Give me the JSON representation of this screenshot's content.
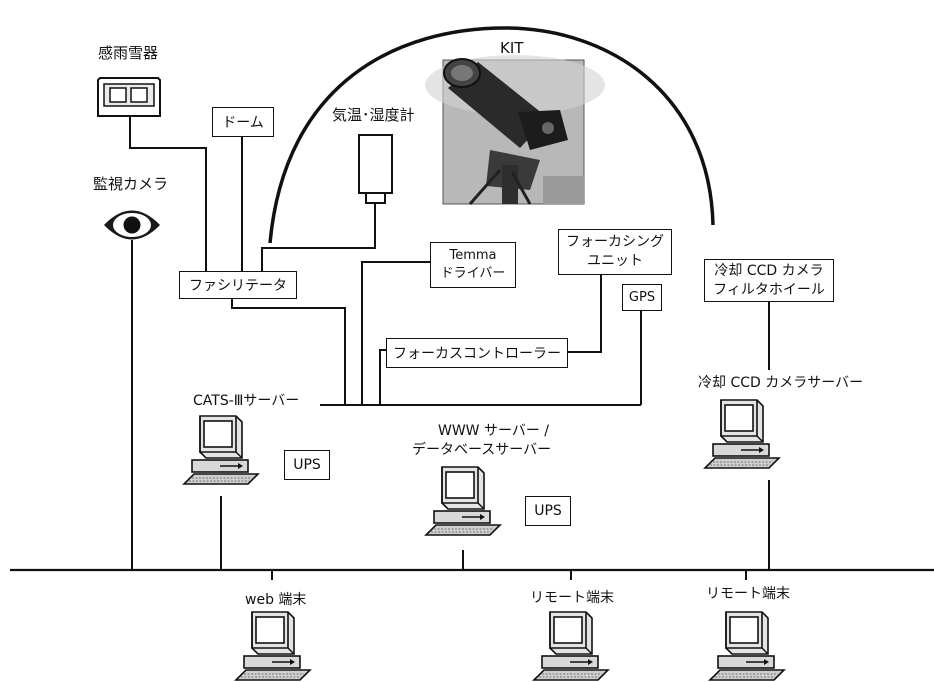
{
  "labels": {
    "rain_sensor": "感雨雪器",
    "dome": "ドーム",
    "thermo_hygrometer": "気温･湿度計",
    "kit": "KIT",
    "monitor_camera": "監視カメラ",
    "facilitator": "ファシリテータ",
    "temma_line1": "Temma",
    "temma_line2": "ドライバー",
    "focusing_unit_line1": "フォーカシング",
    "focusing_unit_line2": "ユニット",
    "gps": "GPS",
    "ccd_camera_line1": "冷却 CCD カメラ",
    "ccd_camera_line2": "フィルタホイール",
    "focus_controller": "フォーカスコントローラー",
    "cats_server": "CATS-Ⅲサーバー",
    "ups_cats": "UPS",
    "ccd_server": "冷却 CCD カメラサーバー",
    "www_server_line1": "WWW サーバー /",
    "www_server_line2": "データベースサーバー",
    "ups_www": "UPS",
    "web_terminal": "web 端末",
    "remote_terminal_1": "リモート端末",
    "remote_terminal_2": "リモート端末"
  }
}
